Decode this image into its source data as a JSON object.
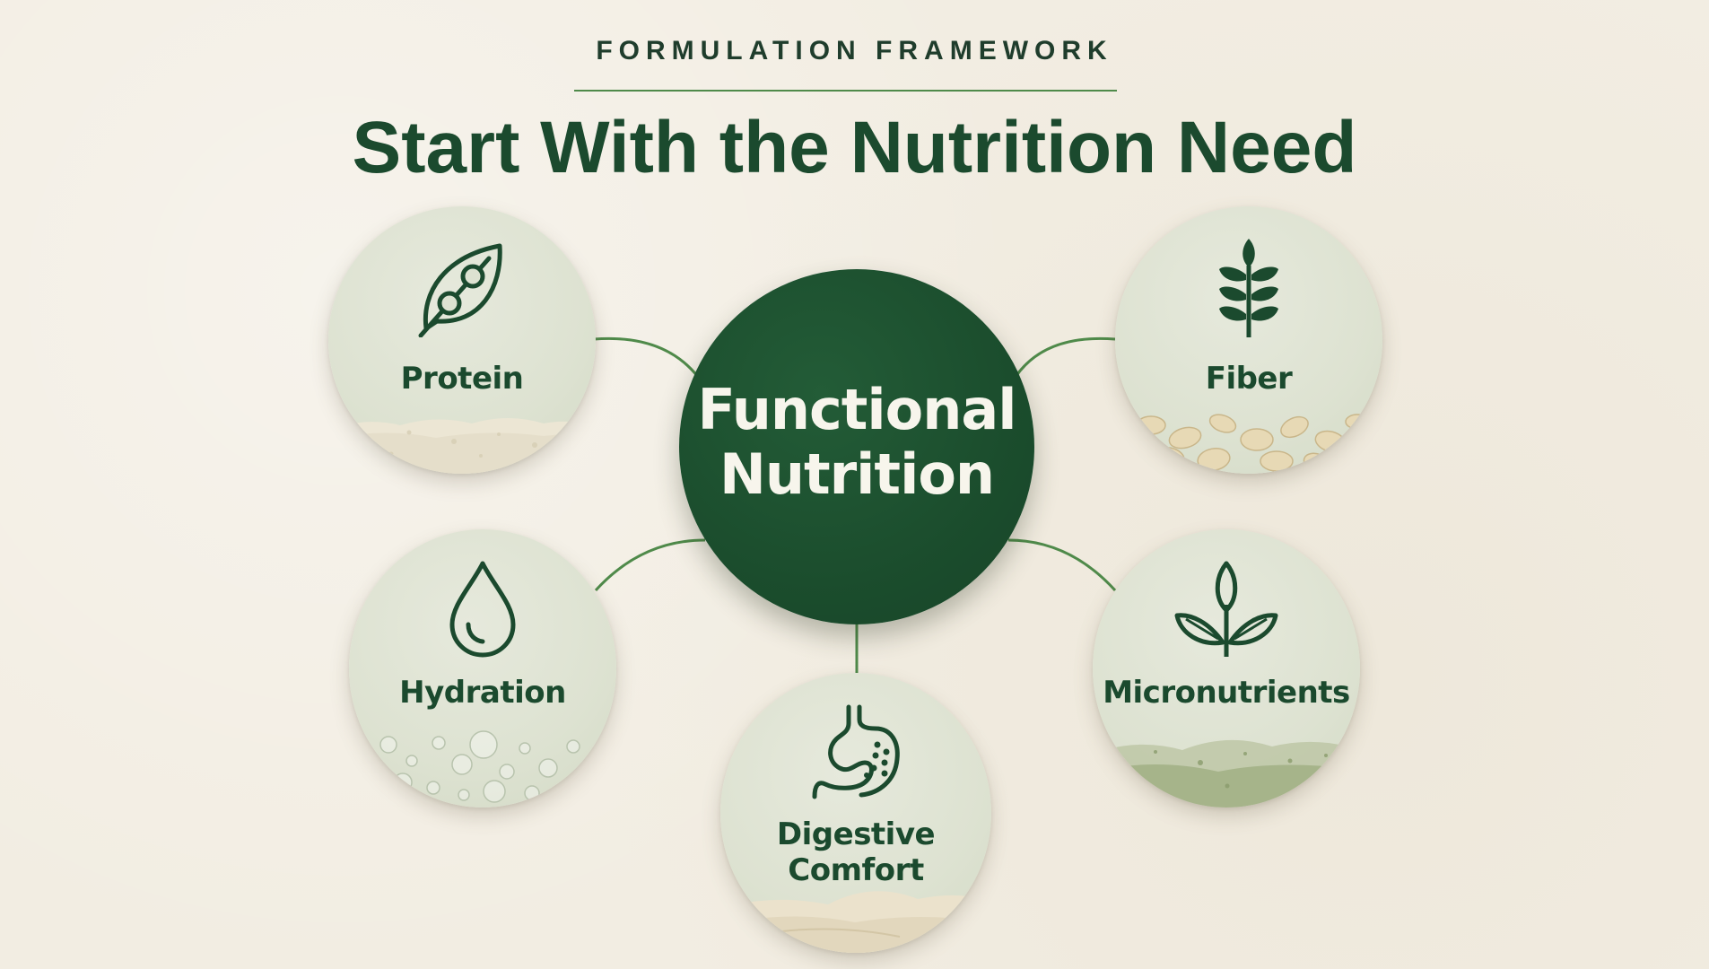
{
  "header": {
    "eyebrow": "FORMULATION FRAMEWORK",
    "title": "Start With the Nutrition Need"
  },
  "center": {
    "line1": "Functional",
    "line2": "Nutrition"
  },
  "nodes": [
    {
      "label": "Protein",
      "icon": "leaf-with-molecule-icon",
      "texture": "powder"
    },
    {
      "label": "Fiber",
      "icon": "wheat-icon",
      "texture": "oat-flakes"
    },
    {
      "label": "Hydration",
      "icon": "water-drop-icon",
      "texture": "bubbles"
    },
    {
      "label": "Digestive Comfort",
      "icon": "stomach-icon",
      "texture": "sand-powder"
    },
    {
      "label": "Micronutrients",
      "icon": "sprout-icon",
      "texture": "green-powder"
    }
  ],
  "colors": {
    "background": "#f2ede2",
    "primary_green": "#1b4d2d",
    "connector_green": "#4f8a4a",
    "node_fill": "#dde2d1",
    "center_text": "#f7f5ec"
  }
}
